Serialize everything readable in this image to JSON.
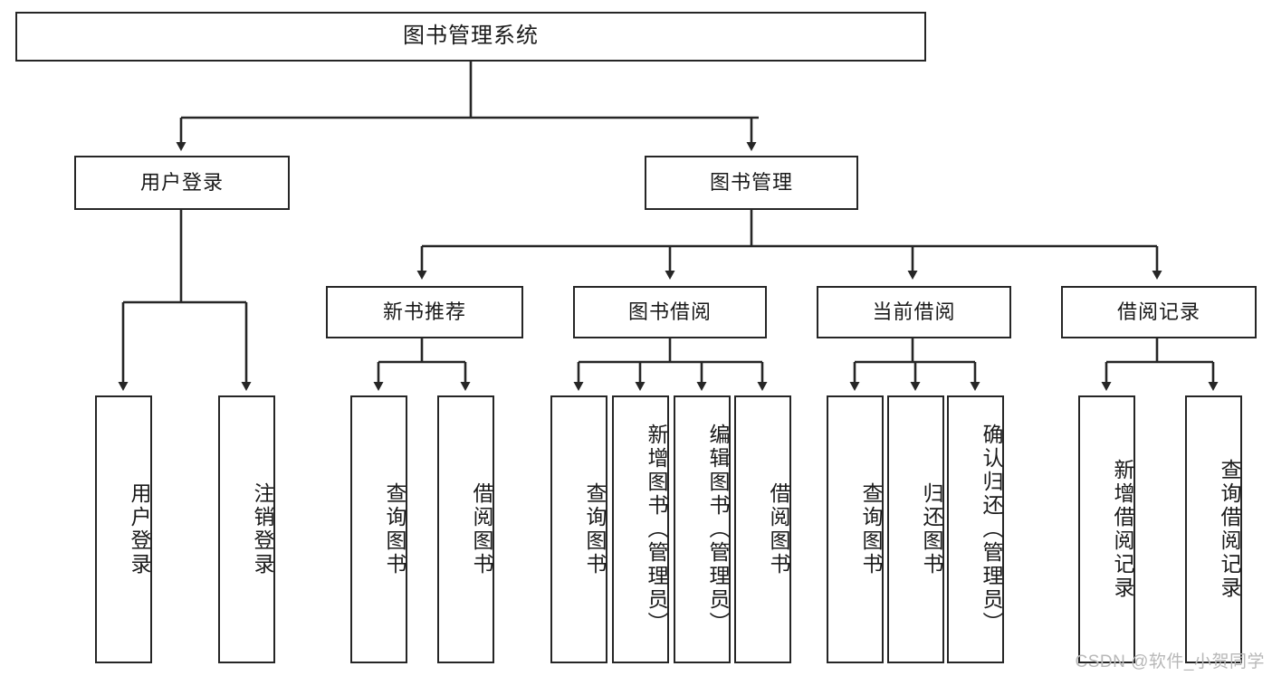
{
  "diagram": {
    "title": "图书管理系统",
    "type": "tree-hierarchy-diagram",
    "colors": {
      "stroke": "#262626",
      "fill": "#ffffff",
      "text": "#1a1a1a",
      "watermark": "#b8b8b8"
    },
    "levels": {
      "level1": {
        "root": {
          "label": "图书管理系统"
        }
      },
      "level2": {
        "nodes": [
          {
            "label": "用户登录"
          },
          {
            "label": "图书管理"
          }
        ]
      },
      "level3": {
        "nodes": [
          {
            "label": "新书推荐"
          },
          {
            "label": "图书借阅"
          },
          {
            "label": "当前借阅"
          },
          {
            "label": "借阅记录"
          }
        ]
      },
      "level4": {
        "groups": [
          {
            "parent": "用户登录",
            "leaves": [
              {
                "label": "用户登录"
              },
              {
                "label": "注销登录"
              }
            ]
          },
          {
            "parent": "新书推荐",
            "leaves": [
              {
                "label": "查询图书"
              },
              {
                "label": "借阅图书"
              }
            ]
          },
          {
            "parent": "图书借阅",
            "leaves": [
              {
                "label": "查询图书"
              },
              {
                "label": "新增图书（管理员）"
              },
              {
                "label": "编辑图书（管理员）"
              },
              {
                "label": "借阅图书"
              }
            ]
          },
          {
            "parent": "当前借阅",
            "leaves": [
              {
                "label": "查询图书"
              },
              {
                "label": "归还图书"
              },
              {
                "label": "确认归还（管理员）"
              }
            ]
          },
          {
            "parent": "借阅记录",
            "leaves": [
              {
                "label": "新增借阅记录"
              },
              {
                "label": "查询借阅记录"
              }
            ]
          }
        ]
      }
    },
    "watermark": "CSDN @软件_小贺同学"
  }
}
